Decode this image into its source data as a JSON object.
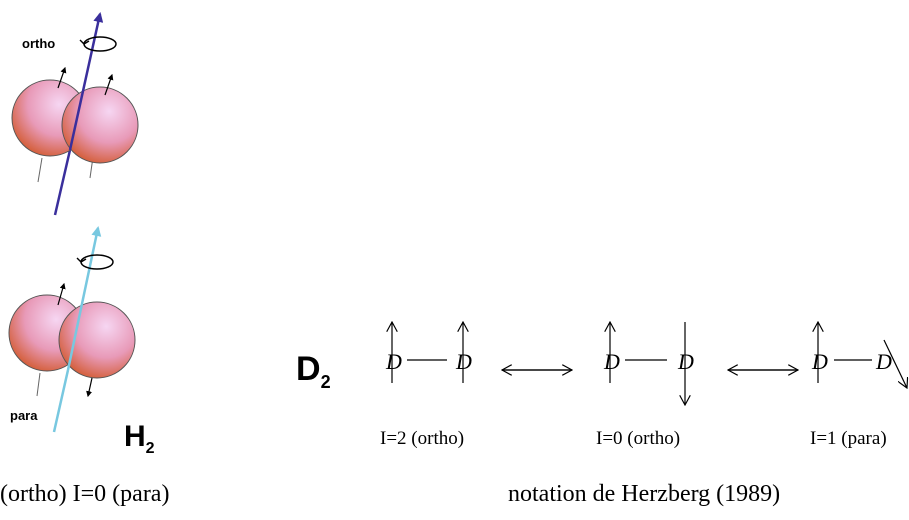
{
  "h2_diagram": {
    "ortho_label": "ortho",
    "para_label": "para",
    "molecule_label": "H",
    "molecule_subscript": "2",
    "colors": {
      "sphere_light": "#f6d6f2",
      "sphere_mid": "#e89ab8",
      "sphere_dark": "#d2582c",
      "ortho_axis": "#3a2f9c",
      "para_axis": "#78c8e0"
    }
  },
  "d2_diagram": {
    "molecule_label": "D",
    "molecule_subscript": "2",
    "atom_glyph": "D",
    "states": [
      {
        "label": "I=2 (ortho)"
      },
      {
        "label": "I=0 (ortho)"
      },
      {
        "label": "I=1 (para)"
      }
    ]
  },
  "footer": {
    "left_caption": "(ortho)  I=0 (para)",
    "right_caption": "notation de Herzberg (1989)"
  }
}
